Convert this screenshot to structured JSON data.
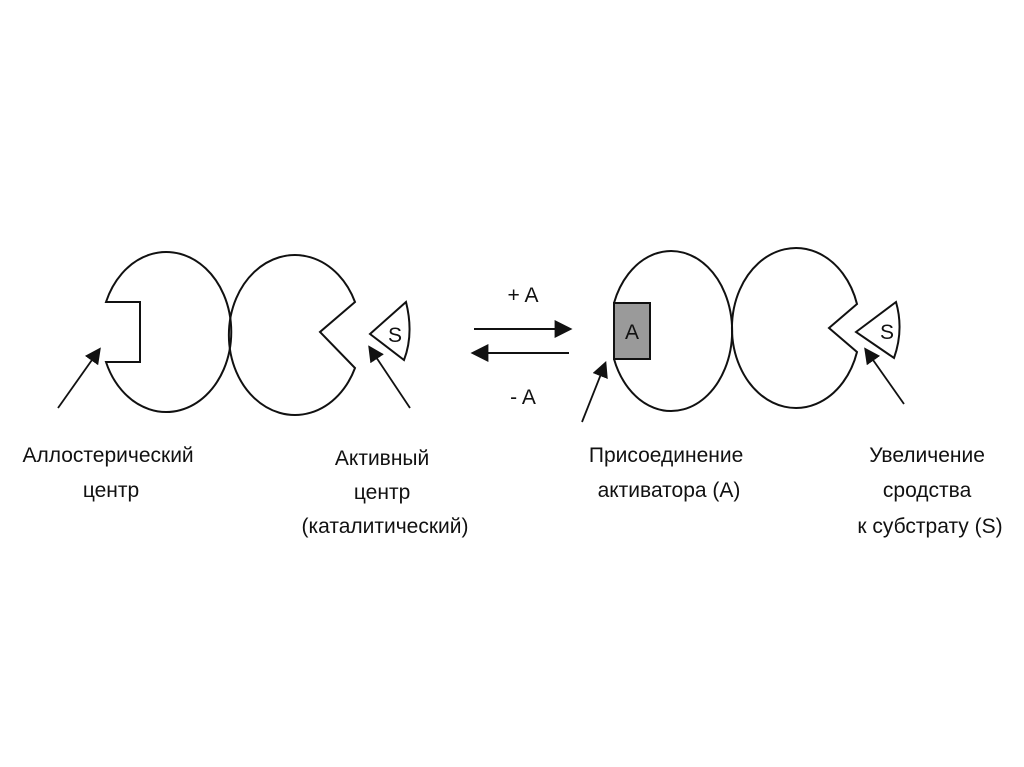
{
  "diagram": {
    "colors": {
      "stroke": "#111111",
      "background": "#ffffff",
      "activator_fill": "#9a9a9a"
    },
    "left_state": {
      "substrate_symbol": "S",
      "labels": {
        "allosteric_center": [
          "Аллостерический",
          "центр"
        ],
        "active_center": [
          "Активный",
          "центр",
          "(каталитический)"
        ]
      }
    },
    "transition": {
      "forward_label": "+ A",
      "reverse_label": "- A"
    },
    "right_state": {
      "activator_symbol": "A",
      "substrate_symbol": "S",
      "labels": {
        "activator_binding": [
          "Присоединение",
          "активатора (A)"
        ],
        "affinity_increase": [
          "Увеличение",
          "сродства",
          "к субстрату (S)"
        ]
      }
    }
  }
}
